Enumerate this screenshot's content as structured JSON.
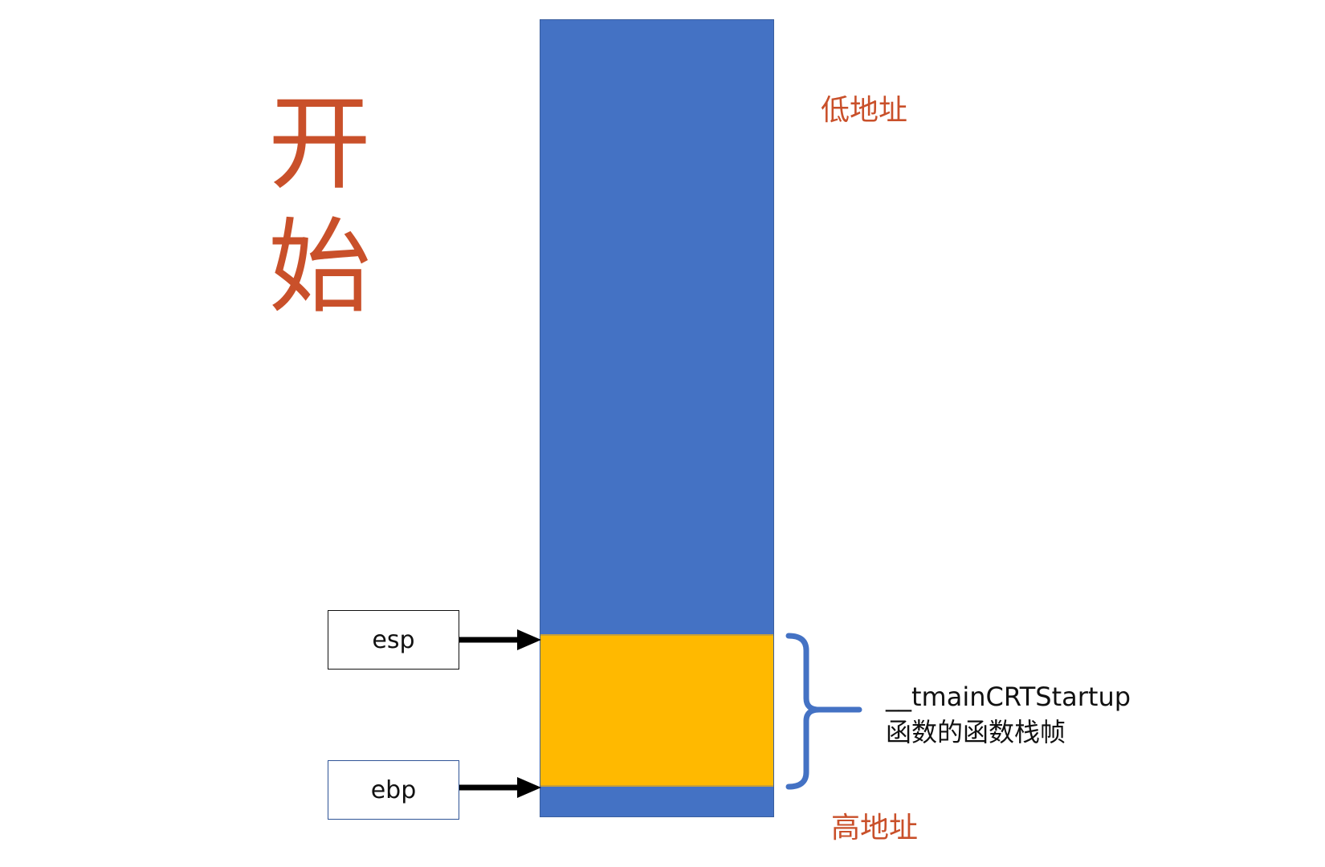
{
  "title": [
    "开",
    "始"
  ],
  "labels": {
    "low_address": "低地址",
    "high_address": "高地址"
  },
  "registers": {
    "esp": "esp",
    "ebp": "ebp"
  },
  "frame_caption": {
    "line1": "__tmainCRTStartup",
    "line2": "函数的函数栈帧"
  },
  "colors": {
    "stack": "#4472c4",
    "frame": "#ffb900",
    "title_text": "#c9502a",
    "brace": "#4472c4"
  }
}
